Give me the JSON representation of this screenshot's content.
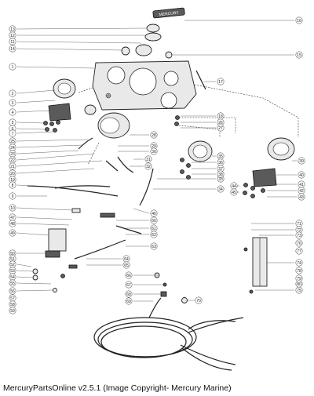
{
  "footer": {
    "credit": "MercuryPartsOnline v2.5.1 (Image Copyright- Mercury Marine)"
  },
  "logo_text": "MERCURY",
  "left_callouts": [
    "13",
    "12",
    "11",
    "14",
    "1",
    "2",
    "3",
    "4",
    "5",
    "6",
    "7",
    "25",
    "24",
    "23",
    "22",
    "21",
    "20",
    "19",
    "8",
    "9",
    "10",
    "47",
    "48",
    "49",
    "50",
    "51",
    "52",
    "53",
    "54",
    "55",
    "56",
    "57",
    "58",
    "59"
  ],
  "right_callouts": [
    "16",
    "15",
    "17",
    "18",
    "26",
    "27",
    "28",
    "29",
    "30",
    "31",
    "32",
    "33",
    "34",
    "35",
    "36",
    "37",
    "38",
    "39",
    "40",
    "41",
    "42",
    "43",
    "44",
    "45",
    "46",
    "60",
    "61",
    "62",
    "63",
    "64",
    "65",
    "66",
    "67",
    "68",
    "69",
    "70",
    "71",
    "72",
    "73",
    "74",
    "75",
    "76",
    "77",
    "78",
    "79",
    "80"
  ],
  "colors": {
    "line": "#222222",
    "fill": "#e9e9e9",
    "background": "#ffffff"
  }
}
